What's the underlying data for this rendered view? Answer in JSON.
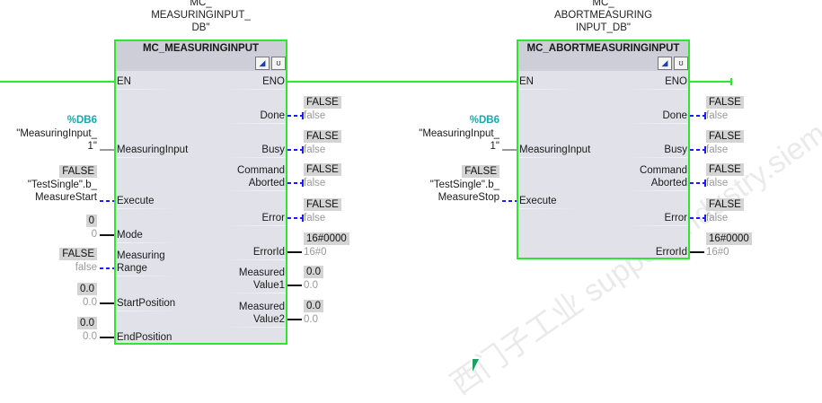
{
  "blocks": [
    {
      "instance": [
        "MC_",
        "MEASURINGINPUT_",
        "DB\""
      ],
      "title": "MC_MEASURINGINPUT",
      "inputs": [
        {
          "label": [
            "EN"
          ]
        },
        {
          "label": [
            "MeasuringInput"
          ]
        },
        {
          "label": [
            "Execute"
          ]
        },
        {
          "label": [
            "Mode"
          ]
        },
        {
          "label": [
            "Measuring",
            "Range"
          ]
        },
        {
          "label": [
            "StartPosition"
          ]
        },
        {
          "label": [
            "EndPosition"
          ]
        }
      ],
      "outputs": [
        {
          "label": [
            "ENO"
          ]
        },
        {
          "label": [
            "Done"
          ],
          "value": "FALSE",
          "live": "false"
        },
        {
          "label": [
            "Busy"
          ],
          "value": "FALSE",
          "live": "false"
        },
        {
          "label": [
            "Command",
            "Aborted"
          ],
          "value": "FALSE",
          "live": "false"
        },
        {
          "label": [
            "Error"
          ],
          "value": "FALSE",
          "live": "false"
        },
        {
          "label": [
            "ErrorId"
          ],
          "value": "16#0000",
          "live": "16#0"
        },
        {
          "label": [
            "Measured",
            "Value1"
          ],
          "value": "0.0",
          "live": "0.0"
        },
        {
          "label": [
            "Measured",
            "Value2"
          ],
          "value": "0.0",
          "live": "0.0"
        }
      ],
      "params": {
        "db": "%DB6",
        "measuring_input": [
          "\"MeasuringInput_",
          "1\""
        ],
        "execute_value": "FALSE",
        "execute_tag": [
          "\"TestSingle\".b_",
          "MeasureStart"
        ],
        "mode_value": "0",
        "mode_live": "0",
        "range_value": "FALSE",
        "range_live": "false",
        "start_value": "0.0",
        "start_live": "0.0",
        "end_value": "0.0",
        "end_live": "0.0"
      }
    },
    {
      "instance": [
        "MC_",
        "ABORTMEASURING",
        "INPUT_DB\""
      ],
      "title": "MC_ABORTMEASURINGINPUT",
      "inputs": [
        {
          "label": [
            "EN"
          ]
        },
        {
          "label": [
            "MeasuringInput"
          ]
        },
        {
          "label": [
            "Execute"
          ]
        }
      ],
      "outputs": [
        {
          "label": [
            "ENO"
          ]
        },
        {
          "label": [
            "Done"
          ],
          "value": "FALSE",
          "live": "false"
        },
        {
          "label": [
            "Busy"
          ],
          "value": "FALSE",
          "live": "false"
        },
        {
          "label": [
            "Command",
            "Aborted"
          ],
          "value": "FALSE",
          "live": "false"
        },
        {
          "label": [
            "Error"
          ],
          "value": "FALSE",
          "live": "false"
        },
        {
          "label": [
            "ErrorId"
          ],
          "value": "16#0000",
          "live": "16#0"
        }
      ],
      "params": {
        "db": "%DB6",
        "measuring_input": [
          "\"MeasuringInput_",
          "1\""
        ],
        "execute_value": "FALSE",
        "execute_tag": [
          "\"TestSingle\".b_",
          "MeasureStop"
        ]
      }
    }
  ],
  "watermark": "西门子工业 support.industry.siemens.com/cs 技术答案",
  "colors": {
    "powerflow": "#2ee82e",
    "bool_wire": "#1a1aff",
    "block_bg": "#e1e1e9"
  }
}
